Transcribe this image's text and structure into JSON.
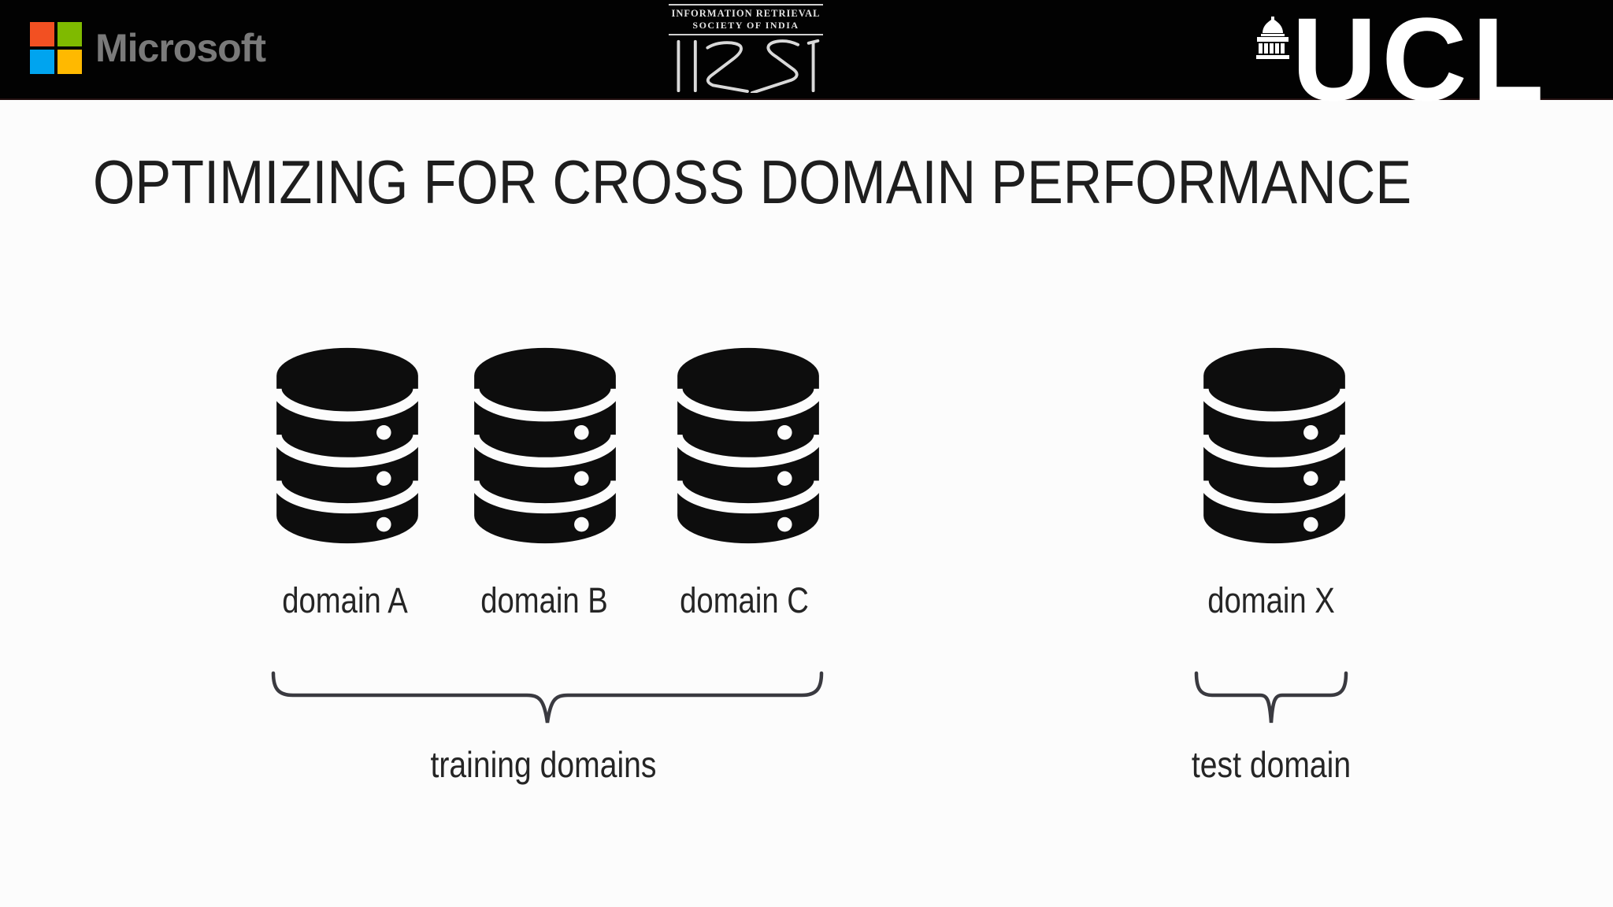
{
  "topbar": {
    "microsoft": {
      "label": "Microsoft"
    },
    "irsi": {
      "line1": "INFORMATION RETRIEVAL",
      "line2": "SOCIETY OF INDIA"
    },
    "ucl": {
      "label": "UCL"
    }
  },
  "slide": {
    "title": "OPTIMIZING FOR CROSS DOMAIN PERFORMANCE",
    "training_group": {
      "caption": "training domains",
      "domains": [
        {
          "label": "domain A",
          "icon": "database-icon"
        },
        {
          "label": "domain B",
          "icon": "database-icon"
        },
        {
          "label": "domain C",
          "icon": "database-icon"
        }
      ]
    },
    "test_group": {
      "caption": "test domain",
      "domains": [
        {
          "label": "domain X",
          "icon": "database-icon"
        }
      ]
    }
  },
  "colors": {
    "topbar_bg": "#020202",
    "slide_bg": "#fcfcfc",
    "title_text": "#1e1e1e",
    "label_text": "#252525",
    "brace_stroke": "#3a3a40",
    "database_icon": "#0d0d0d",
    "microsoft_text": "#7a7a7a",
    "ms_square_red": "#f25022",
    "ms_square_green": "#7fba00",
    "ms_square_blue": "#00a4ef",
    "ms_square_yellow": "#ffb900",
    "irsi_logo": "#d9d9d9",
    "ucl_logo": "#ffffff"
  }
}
